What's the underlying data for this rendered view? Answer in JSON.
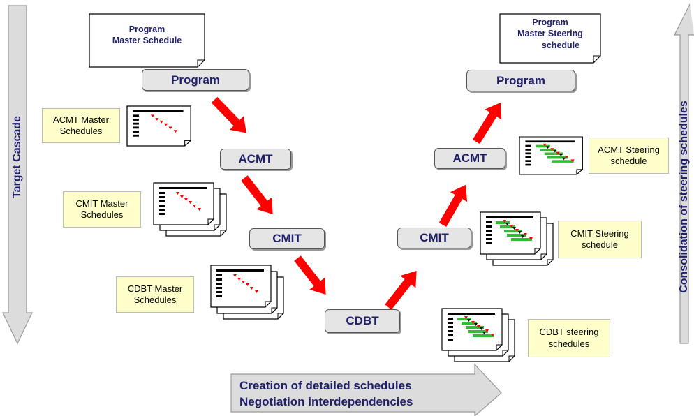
{
  "left_arrow": {
    "label": "Target  Cascade"
  },
  "right_arrow": {
    "label": "Consolidation of steering schedules"
  },
  "bottom_arrow": {
    "line1": "Creation of detailed schedules",
    "line2": "Negotiation interdependencies"
  },
  "notes": {
    "left_top": {
      "line1": "Program",
      "line2": "Master Schedule"
    },
    "right_top": {
      "line1": "Program",
      "line2": "Master Steering",
      "line3": "schedule"
    }
  },
  "nodes": {
    "left_program": "Program",
    "left_acmt": "ACMT",
    "left_cmit": "CMIT",
    "cdbt": "CDBT",
    "right_cmit": "CMIT",
    "right_acmt": "ACMT",
    "right_program": "Program"
  },
  "labels": {
    "acmt_master": "ACMT Master Schedules",
    "cmit_master": "CMIT Master Schedules",
    "cdbt_master": "CDBT Master Schedules",
    "acmt_steering": "ACMT Steering schedule",
    "cmit_steering": "CMIT Steering schedule",
    "cdbt_steering": "CDBT steering schedules"
  },
  "colors": {
    "arrow_red": "#ff0000",
    "node_fill": "#e5e5e5",
    "label_fill": "#ffffcc",
    "text_navy": "#1f1f6b",
    "bar_green": "#33bb33"
  }
}
